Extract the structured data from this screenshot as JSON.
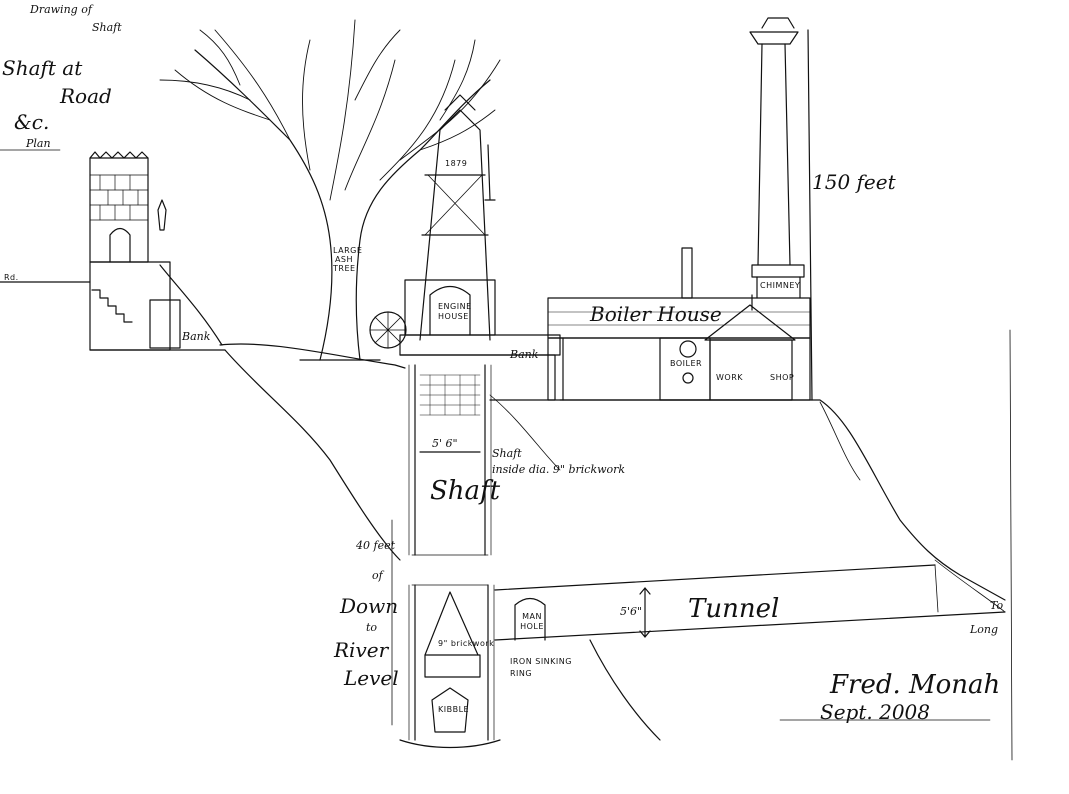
{
  "title_block": {
    "line1": "Drawing of",
    "line2": "Shaft",
    "line3": "Shaft at",
    "line4": "Road",
    "line5": "&c.",
    "line6": "Plan"
  },
  "labels": {
    "road": "Rd.",
    "bank_left": "Bank",
    "large_ash_tree": "LARGE ASH TREE",
    "year": "1879",
    "engine_house": "ENGINE HOUSE",
    "bank_mid": "Bank",
    "boiler_house": "Boiler House",
    "boiler": "BOILER",
    "work": "WORK",
    "shop": "SHOP",
    "chimney": "CHIMNEY",
    "chimney_height": "150 feet",
    "shaft_width": "5' 6\"",
    "shaft_note_1": "Shaft",
    "shaft_note_2": "inside dia. 9\" brickwork",
    "shaft": "Shaft",
    "depth_1": "40 feet",
    "depth_2": "of",
    "depth_3": "Down",
    "depth_4": "to",
    "depth_5": "River",
    "depth_6": "Level",
    "man_hole": "MAN HOLE",
    "tunnel_height": "5'6\"",
    "tunnel": "Tunnel",
    "iron_sinking_ring": "IRON SINKING RING",
    "iron_kibble": "KIBBLE",
    "brickwork": "9\" brickwork",
    "to": "To",
    "long": "Long",
    "signature_1": "Fred. Monah",
    "signature_2": "Sept. 2008"
  },
  "colors": {
    "ink": "#111111",
    "paper": "#ffffff"
  }
}
